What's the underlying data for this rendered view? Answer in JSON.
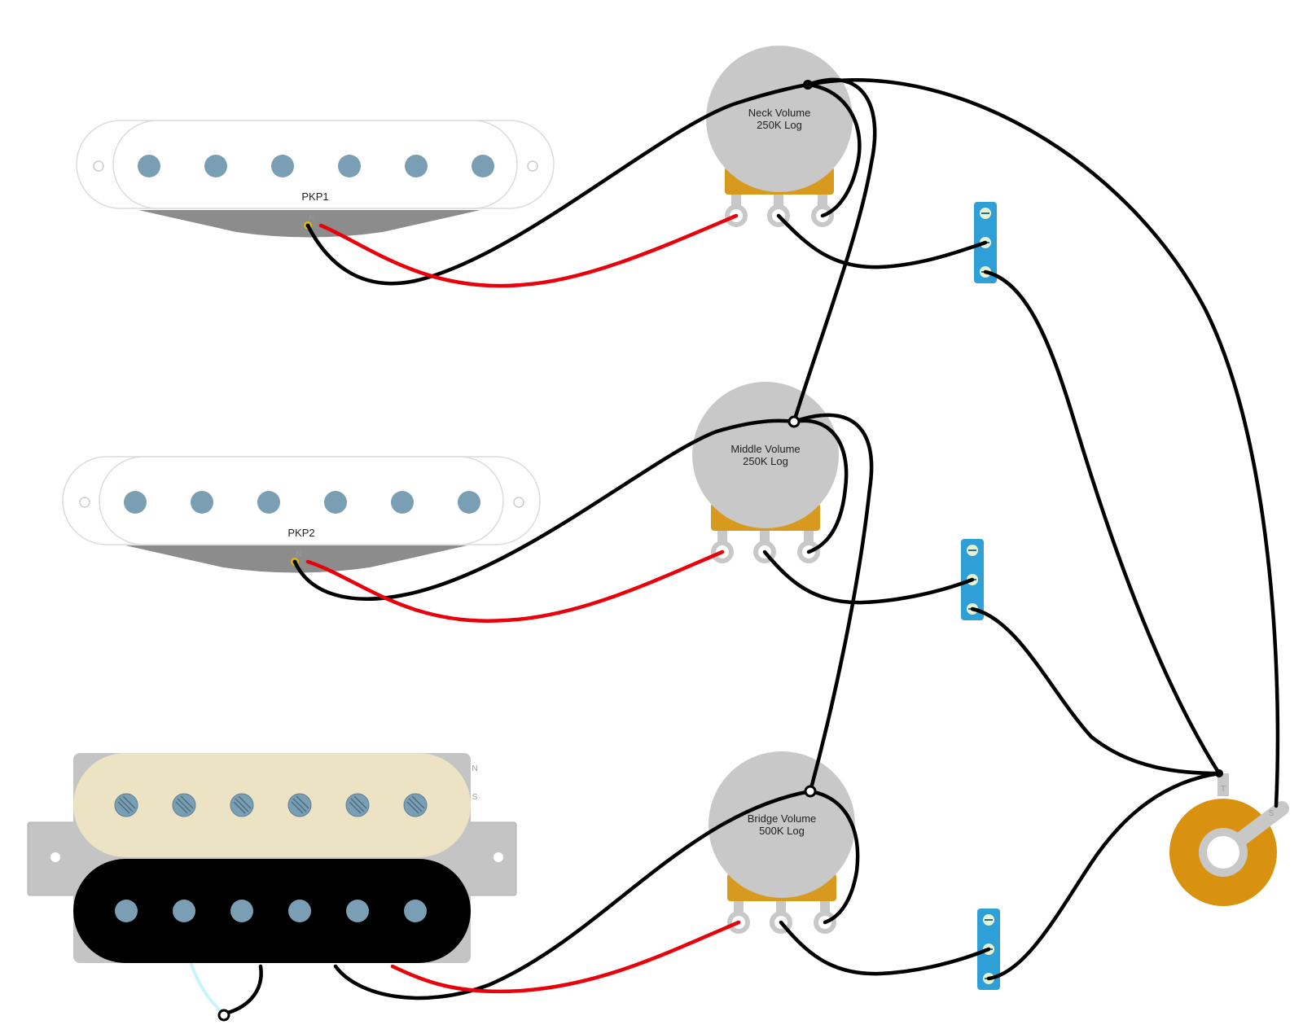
{
  "pickups": [
    {
      "id": "pkp1",
      "type": "single-coil",
      "label": "PKP1",
      "polarity_mark": "N"
    },
    {
      "id": "pkp2",
      "type": "single-coil",
      "label": "PKP2",
      "polarity_mark": "N"
    },
    {
      "id": "bridge",
      "type": "humbucker",
      "coil_marks": [
        "N",
        "S"
      ]
    }
  ],
  "pots": [
    {
      "id": "neck",
      "line1": "Neck Volume",
      "line2": "250K Log"
    },
    {
      "id": "middle",
      "line1": "Middle Volume",
      "line2": "250K Log"
    },
    {
      "id": "bridge",
      "line1": "Bridge Volume",
      "line2": "500K Log"
    }
  ],
  "jack": {
    "tip_mark": "T",
    "sleeve_mark": "S"
  },
  "colors": {
    "hot_wire": "#e8000b",
    "ground_wire": "#000000",
    "cap_blue": "#2f9fd8",
    "pot_body": "#c8c8c8",
    "pot_lug_base": "#d89a1e",
    "jack_body": "#d8920f",
    "pole_piece": "#7a9eb4",
    "humbucker_top_coil": "#ece3c4",
    "humbucker_bottom_coil": "#000000"
  },
  "icons": [
    "capacitor-icon",
    "pot-lug-icon",
    "pole-piece-icon",
    "jack-icon"
  ]
}
